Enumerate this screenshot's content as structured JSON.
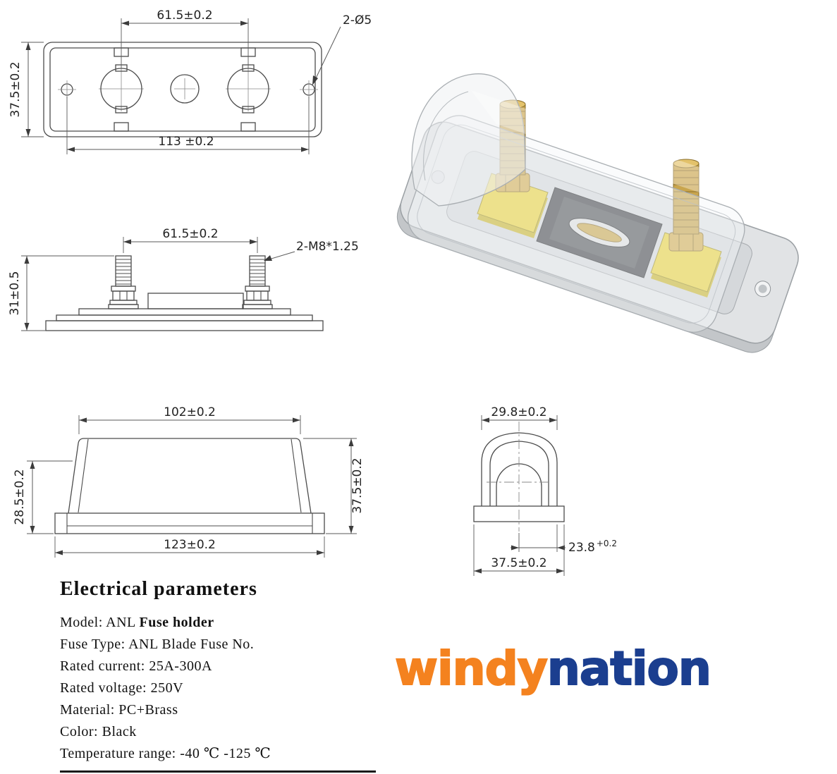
{
  "drawings": {
    "top_view": {
      "dim_stud_spacing": "61.5±0.2",
      "dim_holes": "2-Ø5",
      "dim_height": "37.5±0.2",
      "dim_length": "113 ±0.2"
    },
    "side_view": {
      "dim_stud_spacing": "61.5±0.2",
      "dim_thread": "2-M8*1.25",
      "dim_height": "31±0.5"
    },
    "front_view": {
      "dim_top_width": "102±0.2",
      "dim_body_height": "28.5±0.2",
      "dim_total_height": "37.5±0.2",
      "dim_base_width": "123±0.2"
    },
    "end_view": {
      "dim_top_width": "29.8±0.2",
      "dim_inner_value": "23.8",
      "dim_inner_tolerance": "+0.2",
      "dim_base_width": "37.5±0.2"
    }
  },
  "render": {
    "base_color": "#e1e3e5",
    "stud_color": "#c9a54d",
    "washer_color": "#e8d23f",
    "fuse_color": "#45484c"
  },
  "parameters": {
    "title": "Electrical parameters",
    "rows": [
      {
        "label": "Model: ANL ",
        "bold": "Fuse holder"
      },
      {
        "label": "Fuse Type: ANL Blade Fuse No."
      },
      {
        "label": "Rated current: 25A-300A"
      },
      {
        "label": "Rated voltage: 250V"
      },
      {
        "label": "Material: PC+Brass"
      },
      {
        "label": "Color: Black"
      },
      {
        "label": "Temperature range: -40 ℃ -125 ℃"
      }
    ]
  },
  "logo": {
    "part1": "windy",
    "part2": "nation",
    "color_part1": "#F4821F",
    "color_part2": "#1B3E8F"
  }
}
